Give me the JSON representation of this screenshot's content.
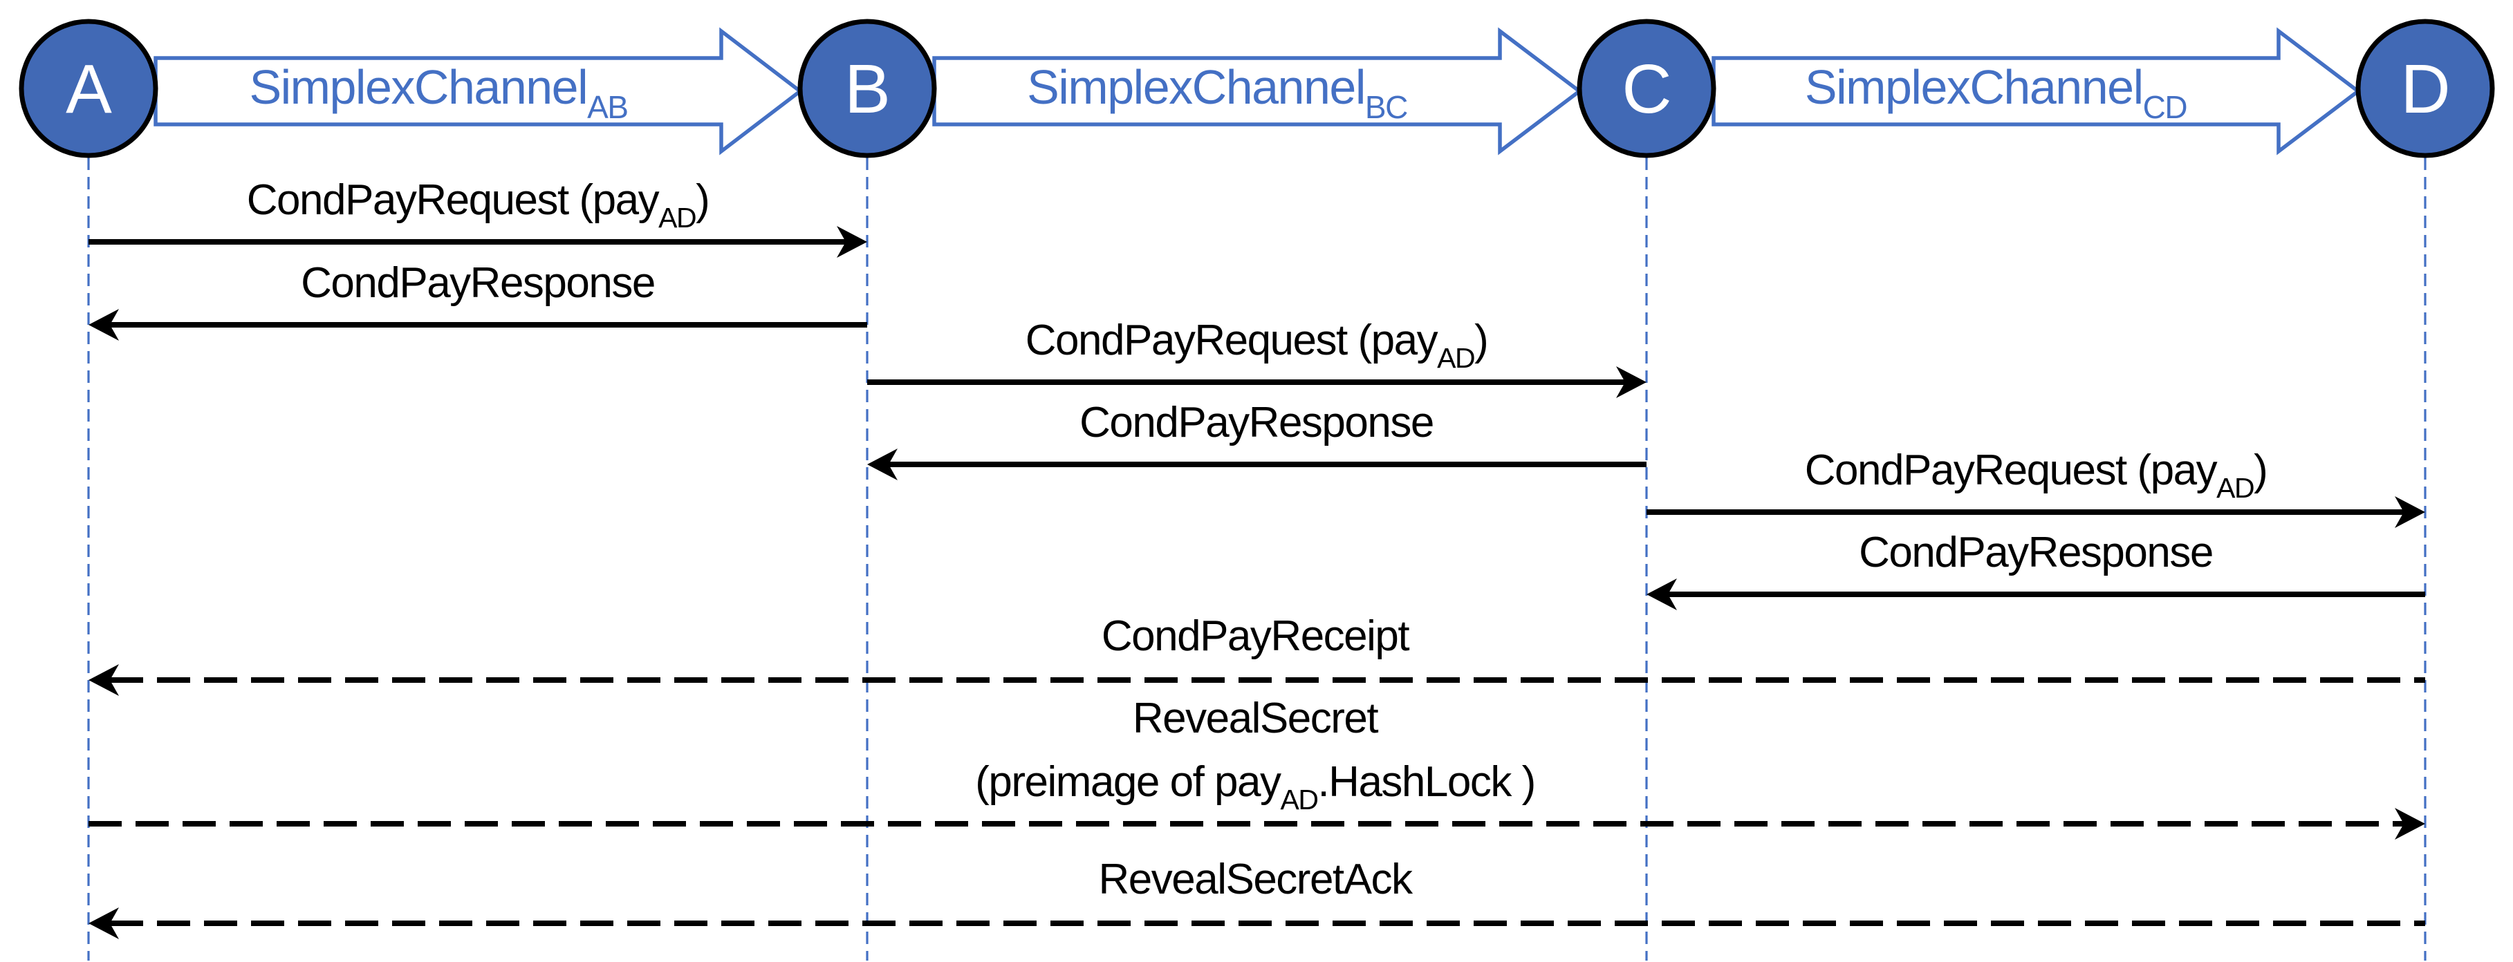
{
  "diagram_type": "sequence-diagram",
  "colors": {
    "node_fill": "#4169B5",
    "node_outline": "#000000",
    "node_letter": "#FFFFFF",
    "channel_blue": "#4470C4",
    "lifeline_blue": "#4470C4",
    "message_black": "#000000",
    "background": "#FFFFFF"
  },
  "nodes": [
    {
      "id": "A",
      "label": "A"
    },
    {
      "id": "B",
      "label": "B"
    },
    {
      "id": "C",
      "label": "C"
    },
    {
      "id": "D",
      "label": "D"
    }
  ],
  "channels": [
    {
      "from": "A",
      "to": "B",
      "main": "SimplexChannel",
      "sub": "AB"
    },
    {
      "from": "B",
      "to": "C",
      "main": "SimplexChannel",
      "sub": "BC"
    },
    {
      "from": "C",
      "to": "D",
      "main": "SimplexChannel",
      "sub": "CD"
    }
  ],
  "messages": [
    {
      "from": "A",
      "to": "B",
      "line_style": "solid",
      "segments": [
        {
          "t": "CondPayRequest (pay"
        },
        {
          "t": "AD",
          "sub": true
        },
        {
          "t": ")"
        }
      ]
    },
    {
      "from": "B",
      "to": "A",
      "line_style": "solid",
      "segments": [
        {
          "t": "CondPayResponse"
        }
      ]
    },
    {
      "from": "B",
      "to": "C",
      "line_style": "solid",
      "segments": [
        {
          "t": "CondPayRequest (pay"
        },
        {
          "t": "AD",
          "sub": true
        },
        {
          "t": ")"
        }
      ]
    },
    {
      "from": "C",
      "to": "B",
      "line_style": "solid",
      "segments": [
        {
          "t": "CondPayResponse"
        }
      ]
    },
    {
      "from": "C",
      "to": "D",
      "line_style": "solid",
      "segments": [
        {
          "t": "CondPayRequest (pay"
        },
        {
          "t": "AD",
          "sub": true
        },
        {
          "t": ")"
        }
      ]
    },
    {
      "from": "D",
      "to": "C",
      "line_style": "solid",
      "segments": [
        {
          "t": "CondPayResponse"
        }
      ]
    },
    {
      "from": "D",
      "to": "A",
      "line_style": "dashed",
      "segments": [
        {
          "t": "CondPayReceipt"
        }
      ]
    },
    {
      "from": "A",
      "to": "D",
      "line_style": "dashed",
      "segments": [
        {
          "t": "RevealSecret"
        }
      ],
      "segments_line2": [
        {
          "t": "(preimage of pay"
        },
        {
          "t": "AD",
          "sub": true
        },
        {
          "t": ".HashLock )"
        }
      ]
    },
    {
      "from": "D",
      "to": "A",
      "line_style": "dashed",
      "segments": [
        {
          "t": "RevealSecretAck"
        }
      ]
    }
  ]
}
